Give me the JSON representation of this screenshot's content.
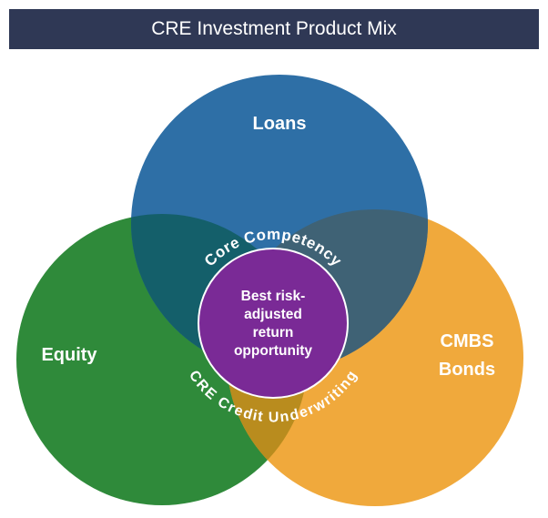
{
  "header": {
    "title": "CRE Investment Product Mix"
  },
  "circles": {
    "loans": {
      "label": "Loans",
      "color": "#2e6fa6"
    },
    "equity": {
      "label": "Equity",
      "color": "#2f8a3a"
    },
    "cmbs": {
      "label_line1": "CMBS",
      "label_line2": "Bonds",
      "color": "#f0a93c"
    }
  },
  "center": {
    "lines": [
      "Best risk-",
      "adjusted",
      "return",
      "opportunity"
    ],
    "color": "#7a2a96"
  },
  "arcs": {
    "top": "Core Competency",
    "bottom": "CRE Credit Underwriting"
  }
}
